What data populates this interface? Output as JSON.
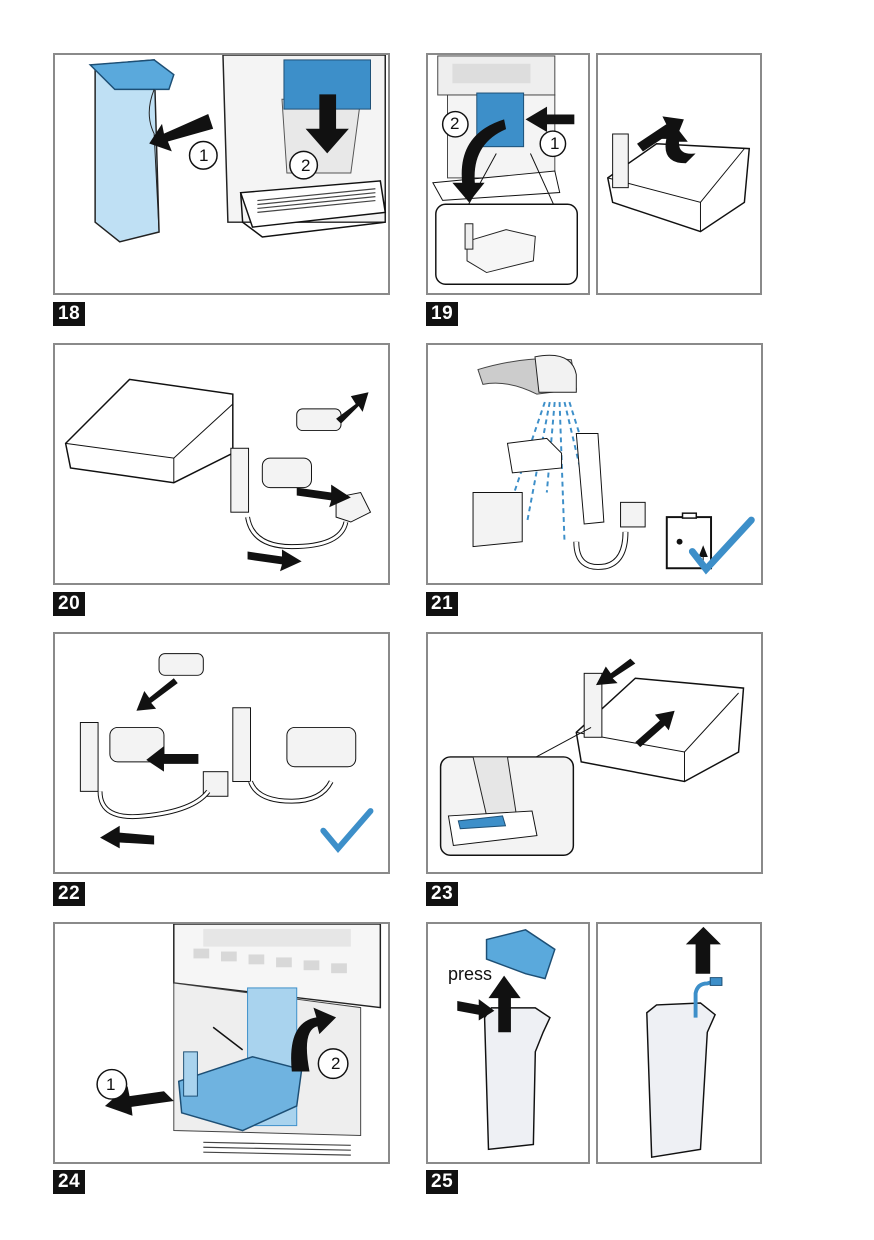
{
  "page": {
    "steps": [
      {
        "number": "18",
        "description": "Remove milk container (1) and slide drip tray down (2)"
      },
      {
        "number": "19",
        "description": "Press release (1), swing out milk system (2); lift parts out of tray"
      },
      {
        "number": "20",
        "description": "Disassemble milk system components"
      },
      {
        "number": "21",
        "description": "Rinse parts under running water; dishwasher safe"
      },
      {
        "number": "22",
        "description": "Reassemble milk system components"
      },
      {
        "number": "23",
        "description": "Insert components back into tray"
      },
      {
        "number": "24",
        "description": "Insert tray (1) and swing in (2)"
      },
      {
        "number": "25",
        "description": "Press and remove lid; pull out riser tube"
      }
    ],
    "callouts": {
      "one": "1",
      "two": "2",
      "press": "press"
    },
    "colors": {
      "accent_blue": "#3d8fc9",
      "light_blue": "#a9d3ee",
      "frame_gray": "#8a8a8a",
      "step_badge": "#111111"
    }
  }
}
